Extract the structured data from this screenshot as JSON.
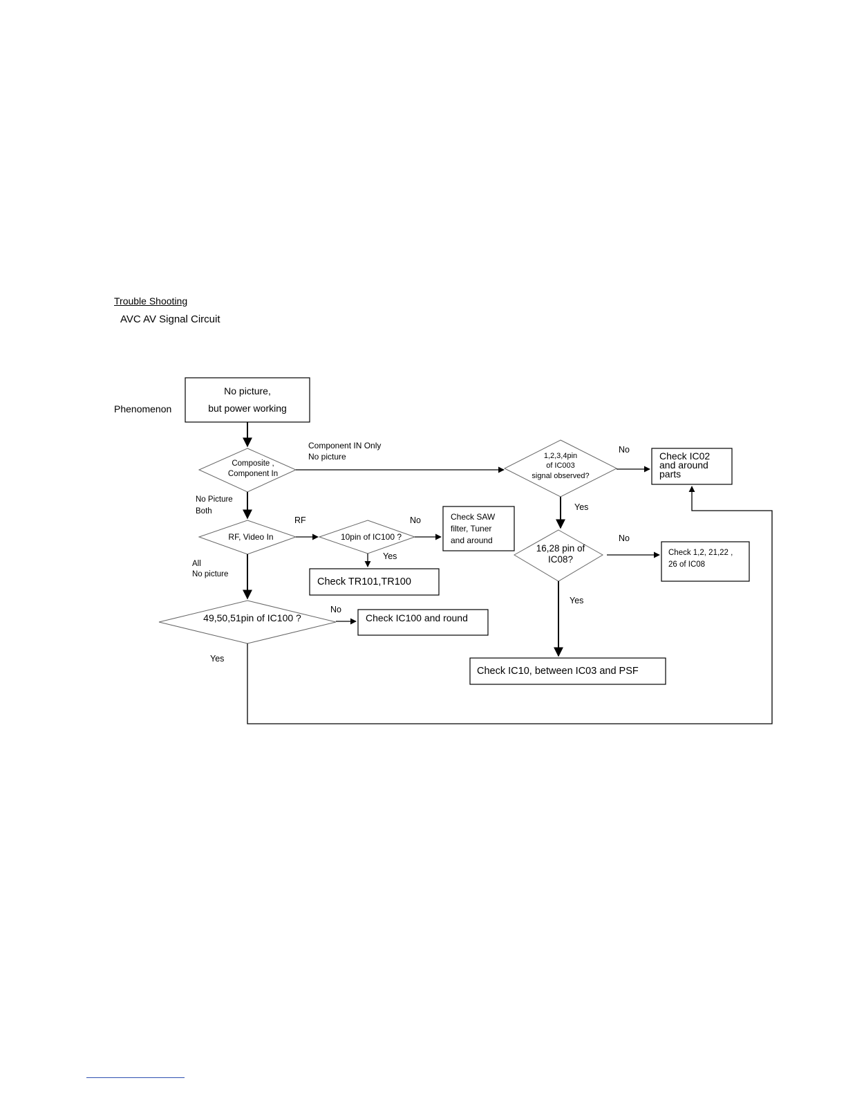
{
  "header": {
    "title": "Trouble Shooting",
    "subtitle": "AVC AV Signal Circuit"
  },
  "labels": {
    "phenomenon": "Phenomenon"
  },
  "nodes": {
    "start": [
      "No picture,",
      "but power working"
    ],
    "d_composite": [
      "Composite ,",
      "Component In"
    ],
    "d_pins1234": [
      "1,2,3,4pin",
      "of IC003",
      "signal observed?"
    ],
    "b_ic02": [
      "Check IC02",
      "and around",
      "parts"
    ],
    "d_rfvideo": [
      "RF, Video In"
    ],
    "d_10pin": [
      "10pin of IC100 ?"
    ],
    "b_saw": [
      "Check SAW",
      "filter, Tuner",
      "and around"
    ],
    "b_tr": [
      "Check TR101,TR100"
    ],
    "d_1628": [
      "16,28 pin of",
      "IC08?"
    ],
    "b_1_2_21": [
      "Check 1,2, 21,22 ,",
      "26 of IC08"
    ],
    "d_495051": [
      "49,50,51pin of IC100 ?"
    ],
    "b_ic100": [
      "Check IC100 and round"
    ],
    "b_ic10": [
      "Check IC10, between IC03 and PSF"
    ]
  },
  "edges": {
    "component_only": [
      "Component IN Only",
      "No picture"
    ],
    "no_picture_both": [
      "No Picture",
      "Both"
    ],
    "all_no_picture": [
      "All",
      "No picture"
    ],
    "rf": "RF",
    "no_a": "No",
    "no_b": "No",
    "no_c": "No",
    "no_d": "No",
    "yes_a": "Yes",
    "yes_b": "Yes",
    "yes_c": "Yes",
    "yes_d": "Yes"
  }
}
